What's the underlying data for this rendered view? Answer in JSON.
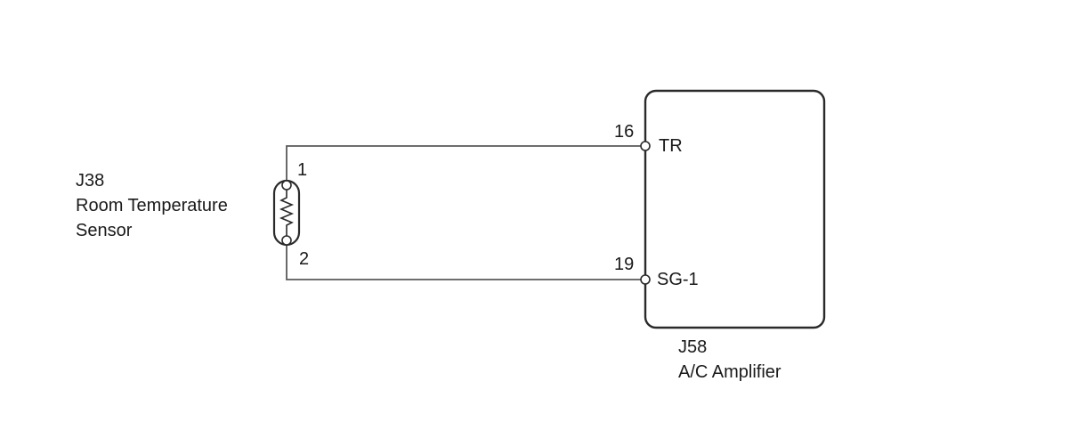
{
  "sensor": {
    "code": "J38",
    "name_line1": "Room Temperature",
    "name_line2": "Sensor",
    "pin_top": "1",
    "pin_bottom": "2"
  },
  "amplifier": {
    "code": "J58",
    "name": "A/C Amplifier",
    "pins": [
      {
        "number": "16",
        "signal": "TR"
      },
      {
        "number": "19",
        "signal": "SG-1"
      }
    ]
  },
  "colors": {
    "line": "#5a5a5a",
    "outline": "#2a2a2a",
    "text": "#1a1a1a"
  }
}
